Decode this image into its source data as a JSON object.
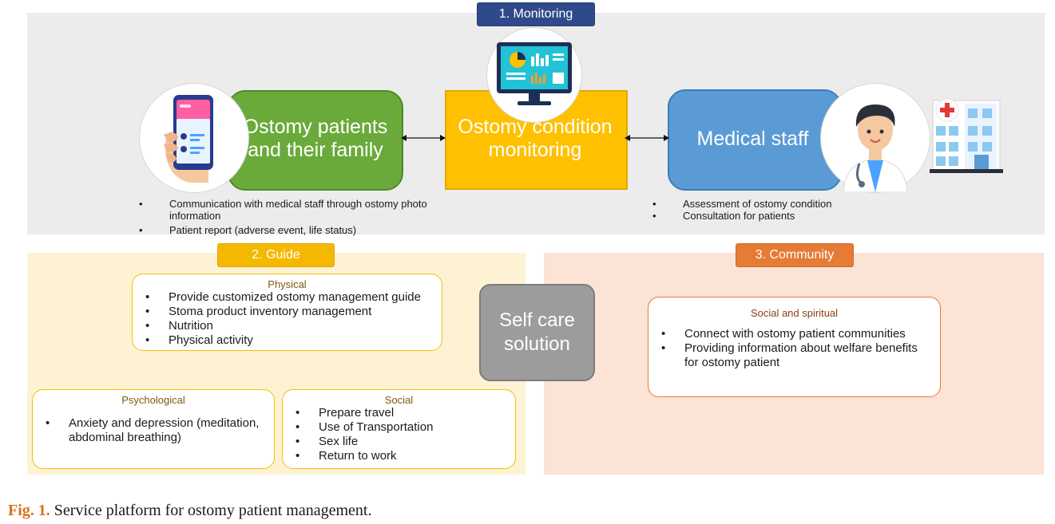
{
  "sections": {
    "monitoring": "1. Monitoring",
    "guide": "2. Guide",
    "community": "3. Community"
  },
  "top": {
    "patients": "Ostomy patients and their family",
    "monitoring": "Ostomy condition monitoring",
    "staff": "Medical staff",
    "patient_bullets": [
      "Communication with medical staff through ostomy photo information",
      "Patient report (adverse event, life status)"
    ],
    "staff_bullets": [
      "Assessment of ostomy condition",
      "Consultation for patients"
    ]
  },
  "guide": {
    "physical": {
      "title": "Physical",
      "items": [
        "Provide customized ostomy management guide",
        "Stoma product inventory management",
        "Nutrition",
        "Physical activity"
      ]
    },
    "psychological": {
      "title": "Psychological",
      "items": [
        "Anxiety and depression (meditation, abdominal breathing)"
      ]
    },
    "social": {
      "title": "Social",
      "items": [
        "Prepare travel",
        "Use of Transportation",
        "Sex life",
        "Return to work"
      ]
    }
  },
  "self_care": "Self care solution",
  "community": {
    "title": "Social and spiritual",
    "items": [
      "Connect with ostomy patient communities",
      "Providing information about welfare benefits for ostomy patient"
    ]
  },
  "caption": {
    "label": "Fig. 1.",
    "text": " Service platform for ostomy patient management."
  },
  "icons": [
    "smartphone-hand-icon",
    "dashboard-monitor-icon",
    "doctor-icon",
    "hospital-building-icon",
    "double-arrow-icon"
  ],
  "colors": {
    "monitoring_tag": "#2f4a8a",
    "patients_box": "#6aaa3a",
    "monitoring_box": "#ffc000",
    "staff_box": "#5b9bd5",
    "guide_tag": "#f5b800",
    "community_tag": "#e57b34",
    "self_care_box": "#9c9c9c"
  }
}
